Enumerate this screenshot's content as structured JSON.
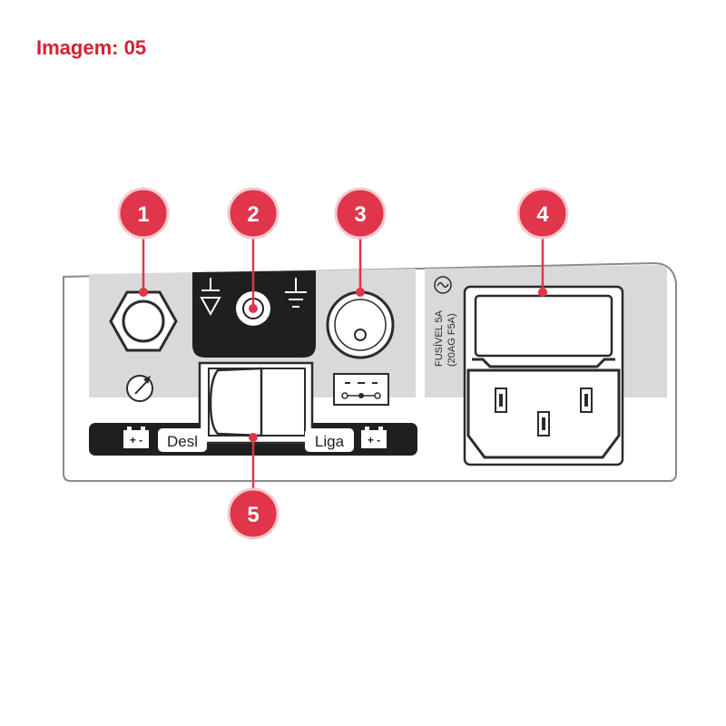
{
  "title": "Imagem: 05",
  "callouts": [
    "1",
    "2",
    "3",
    "4",
    "5"
  ],
  "switch": {
    "off_label": "Desl",
    "on_label": "Liga"
  },
  "battery_symbol": "+ -",
  "fuse": {
    "line1": "FUSÍVEL 5A",
    "line2": "(20AG F5A)"
  },
  "icons": {
    "equipotential": "equipotential-ground-icon",
    "ground": "ground-symbol-icon",
    "dc": "dc-polarity-icon",
    "ac": "ac-wave-icon",
    "gauge": "gauge-icon"
  },
  "colors": {
    "callout": "#e0354b",
    "panel": "#d8d9da",
    "dark": "#1f1f1f",
    "title": "#d42130"
  }
}
